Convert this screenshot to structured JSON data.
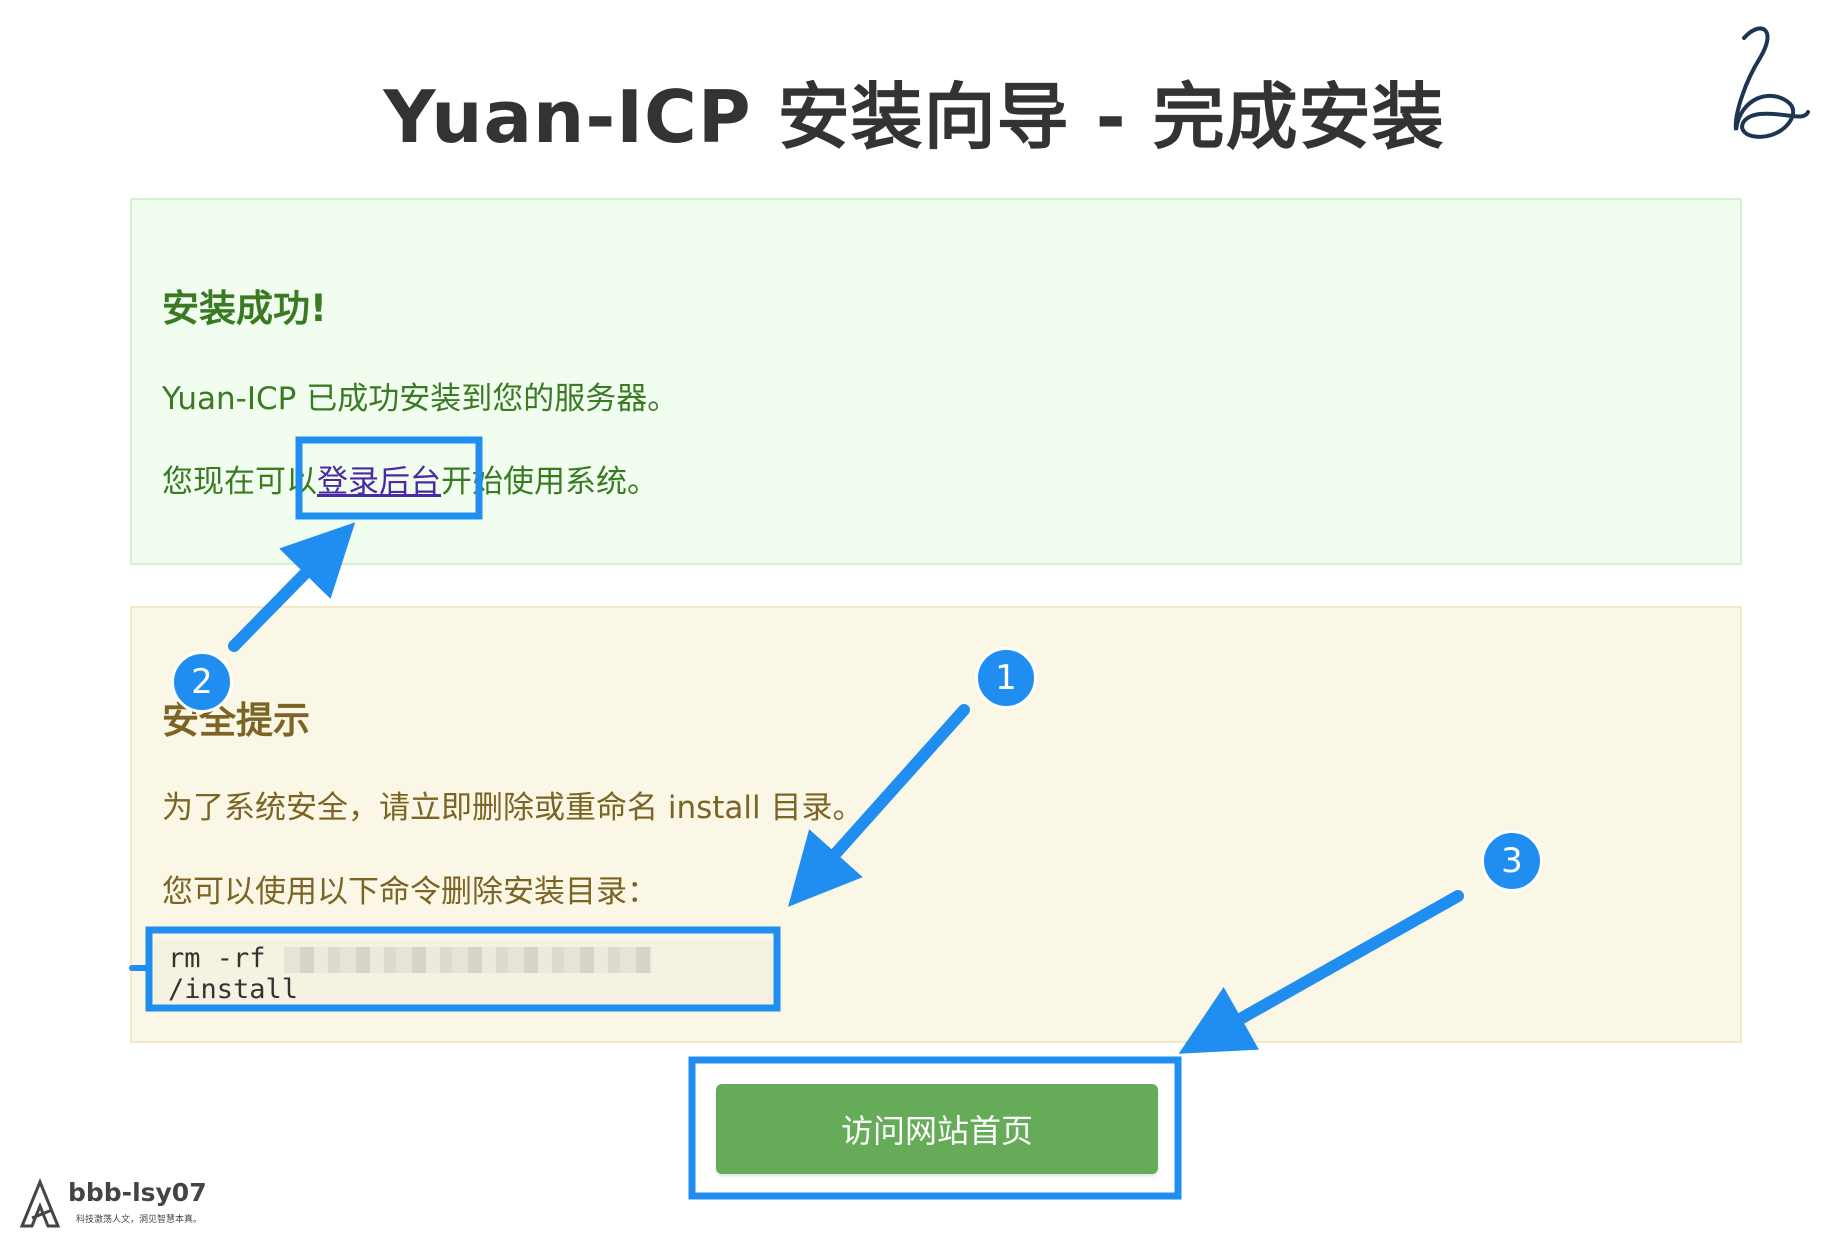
{
  "page": {
    "title": "Yuan-ICP 安装向导 - 完成安装"
  },
  "success_panel": {
    "heading": "安装成功!",
    "line1": "Yuan-ICP 已成功安装到您的服务器。",
    "line2_before": "您现在可以",
    "line2_link": "登录后台",
    "line2_after": "开始使用系统。"
  },
  "warning_panel": {
    "heading": "安全提示",
    "line1": "为了系统安全，请立即删除或重命名 install 目录。",
    "line2": "您可以使用以下命令删除安装目录：",
    "command_prefix": "rm -rf ",
    "command_suffix": "/install"
  },
  "actions": {
    "visit_home_label": "访问网站首页"
  },
  "annotations": {
    "badge_1": "1",
    "badge_2": "2",
    "badge_3": "3",
    "highlight_color": "#1f8ef0"
  },
  "watermark": {
    "name": "bbb-lsy07",
    "slogan": "科技激荡人文，洞见智慧本真。",
    "icons": [
      "signature-logo",
      "triangle-a-logo"
    ]
  },
  "colors": {
    "success_text": "#3a7a23",
    "warning_text": "#7c6424",
    "button_green": "#66ac58",
    "link": "#4b2aa3"
  }
}
